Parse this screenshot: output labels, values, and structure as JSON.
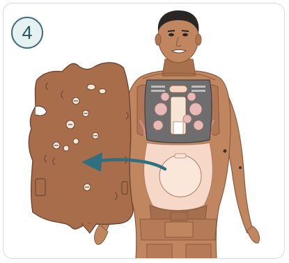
{
  "step": {
    "number": "4"
  },
  "colors": {
    "skin": "#c08660",
    "skin_shadow": "#9a6746",
    "skin_panel": "#9e6a49",
    "chest_plate": "#6e6e6e",
    "lung_dots": "#e9b9b5",
    "abdomen_insert": "#f6d8c8",
    "hair": "#2b2623",
    "arrow": "#2f6f80",
    "badge_border": "#3d6f7a",
    "badge_fill": "#e6f1f2",
    "card_border": "#d9d9d9"
  },
  "icons": [
    "removed-skin-panel",
    "direction-arrow-icon",
    "manikin-torso"
  ]
}
